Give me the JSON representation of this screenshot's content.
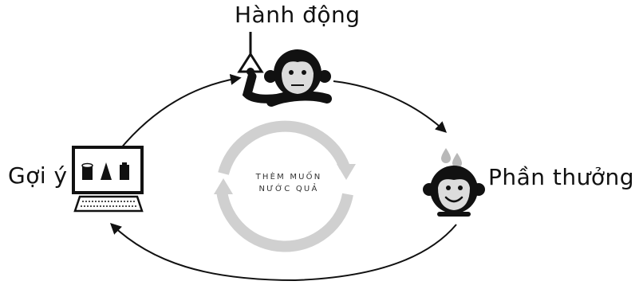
{
  "diagram": {
    "labels": {
      "action": "Hành động",
      "cue": "Gợi ý",
      "reward": "Phần thưởng"
    },
    "center": {
      "line1": "THÈM MUỐN",
      "line2": "NƯỚC QUẢ"
    },
    "colors": {
      "ink": "#111111",
      "ring": "#d0d0d0",
      "face": "#dcdcdc",
      "drop": "#b8b8b8"
    },
    "icons": [
      "monkey-pulling-lever-icon",
      "computer-screen-icon",
      "happy-monkey-icon",
      "water-drops-icon"
    ]
  }
}
